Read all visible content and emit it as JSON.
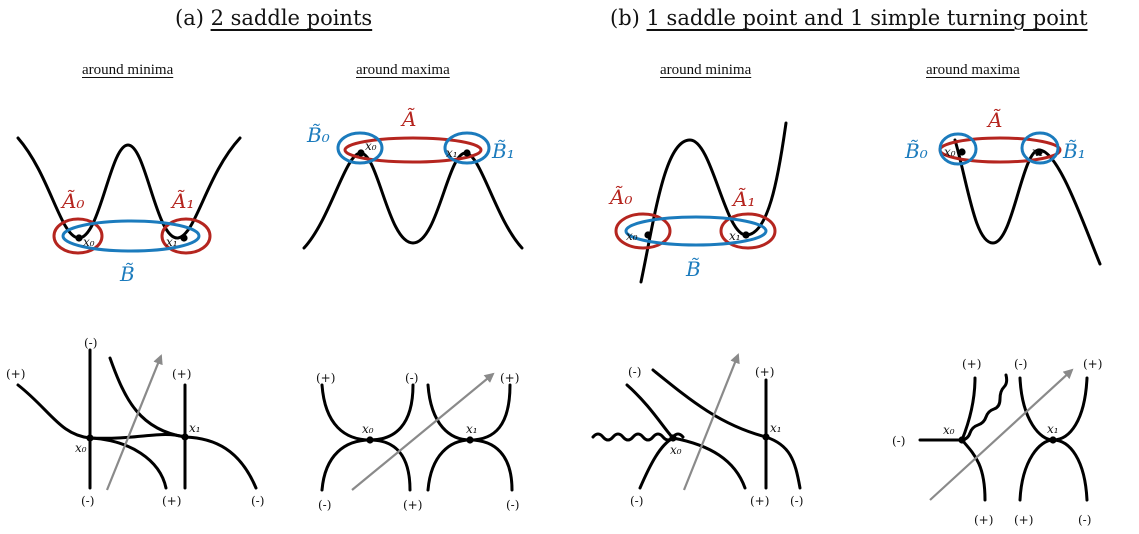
{
  "panels": {
    "a": {
      "prefix": "(a) ",
      "title": "2 saddle points"
    },
    "b": {
      "prefix": "(b) ",
      "title": "1 saddle point and 1 simple turning point"
    }
  },
  "subtitles": {
    "minima": "around minima",
    "maxima": "around maxima"
  },
  "labels": {
    "A": "Ã",
    "A0": "Ã₀",
    "A1": "Ã₁",
    "B": "B̃",
    "B0": "B̃₀",
    "B1": "B̃₁",
    "x0": "x₀",
    "x1": "x₁",
    "plus": "(+)",
    "minus": "(-)"
  },
  "colors": {
    "red": "#b5251f",
    "blue": "#1b7bbd",
    "gray": "#8a8a8a"
  }
}
